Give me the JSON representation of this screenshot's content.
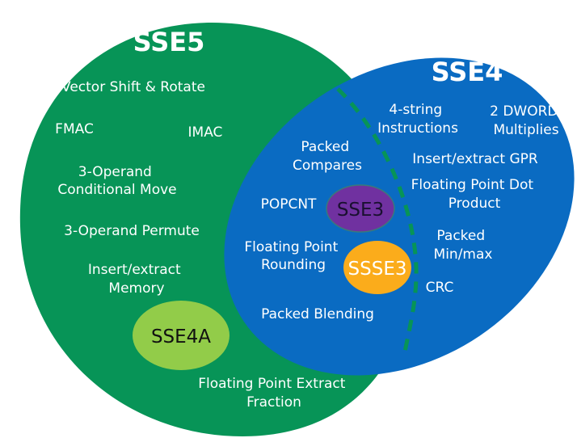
{
  "diagram": {
    "title": "SSE instruction set Venn diagram",
    "sets": {
      "sse5": {
        "label": "SSE5",
        "color": "#079457",
        "items": [
          {
            "lines": [
              "Vector Shift & Rotate"
            ]
          },
          {
            "lines": [
              "FMAC"
            ]
          },
          {
            "lines": [
              "IMAC"
            ]
          },
          {
            "lines": [
              "3-Operand",
              "Conditional Move"
            ]
          },
          {
            "lines": [
              "3-Operand Permute"
            ]
          },
          {
            "lines": [
              "Insert/extract",
              "Memory"
            ]
          },
          {
            "lines": [
              "Floating Point Extract",
              "Fraction"
            ]
          }
        ]
      },
      "sse4": {
        "label": "SSE4",
        "color": "#0a6bc2",
        "divider_color": "#079457",
        "items": [
          {
            "lines": [
              "4-string",
              "Instructions"
            ]
          },
          {
            "lines": [
              "2 DWORD",
              "Multiplies"
            ]
          },
          {
            "lines": [
              "Insert/extract GPR"
            ]
          },
          {
            "lines": [
              "Floating Point Dot",
              "Product"
            ]
          },
          {
            "lines": [
              "Packed",
              "Min/max"
            ]
          },
          {
            "lines": [
              "CRC"
            ]
          }
        ]
      },
      "overlap": {
        "items": [
          {
            "lines": [
              "Packed",
              "Compares"
            ]
          },
          {
            "lines": [
              "POPCNT"
            ]
          },
          {
            "lines": [
              "Floating Point",
              "Rounding"
            ]
          },
          {
            "lines": [
              "Packed Blending"
            ]
          }
        ]
      }
    },
    "badges": {
      "sse3": {
        "label": "SSE3",
        "fill": "#7031a0",
        "text_color": "#1a1030"
      },
      "ssse3": {
        "label": "SSSE3",
        "fill": "#fbac1b",
        "text_color": "#ffffff"
      },
      "sse4a": {
        "label": "SSE4A",
        "fill": "#92cc49",
        "text_color": "#111111"
      }
    }
  }
}
